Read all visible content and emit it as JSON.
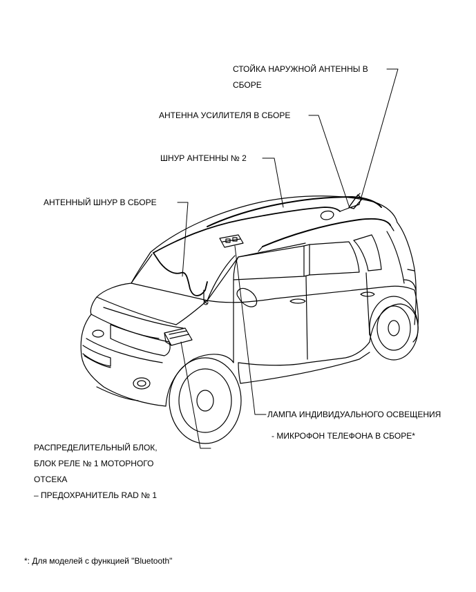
{
  "labels": {
    "outer_antenna": [
      "СТОЙКА НАРУЖНОЙ АНТЕННЫ В",
      "СБОРЕ"
    ],
    "amplifier_antenna": "АНТЕННА УСИЛИТЕЛЯ В СБОРЕ",
    "antenna_cord_2": "ШНУР АНТЕННЫ № 2",
    "antenna_cord_assy": "АНТЕННЫЙ ШНУР В СБОРЕ",
    "lamp": "ЛАМПА ИНДИВИДУАЛЬНОГО ОСВЕЩЕНИЯ",
    "microphone": "- МИКРОФОН ТЕЛЕФОНА В СБОРЕ*",
    "junction_block": [
      "РАСПРЕДЕЛИТЕЛЬНЫЙ БЛОК,",
      "БЛОК РЕЛЕ № 1 МОТОРНОГО",
      "ОТСЕКА",
      "– ПРЕДОХРАНИТЕЛЬ RAD № 1"
    ]
  },
  "footnote": "*: Для моделей с функцией \"Bluetooth\""
}
